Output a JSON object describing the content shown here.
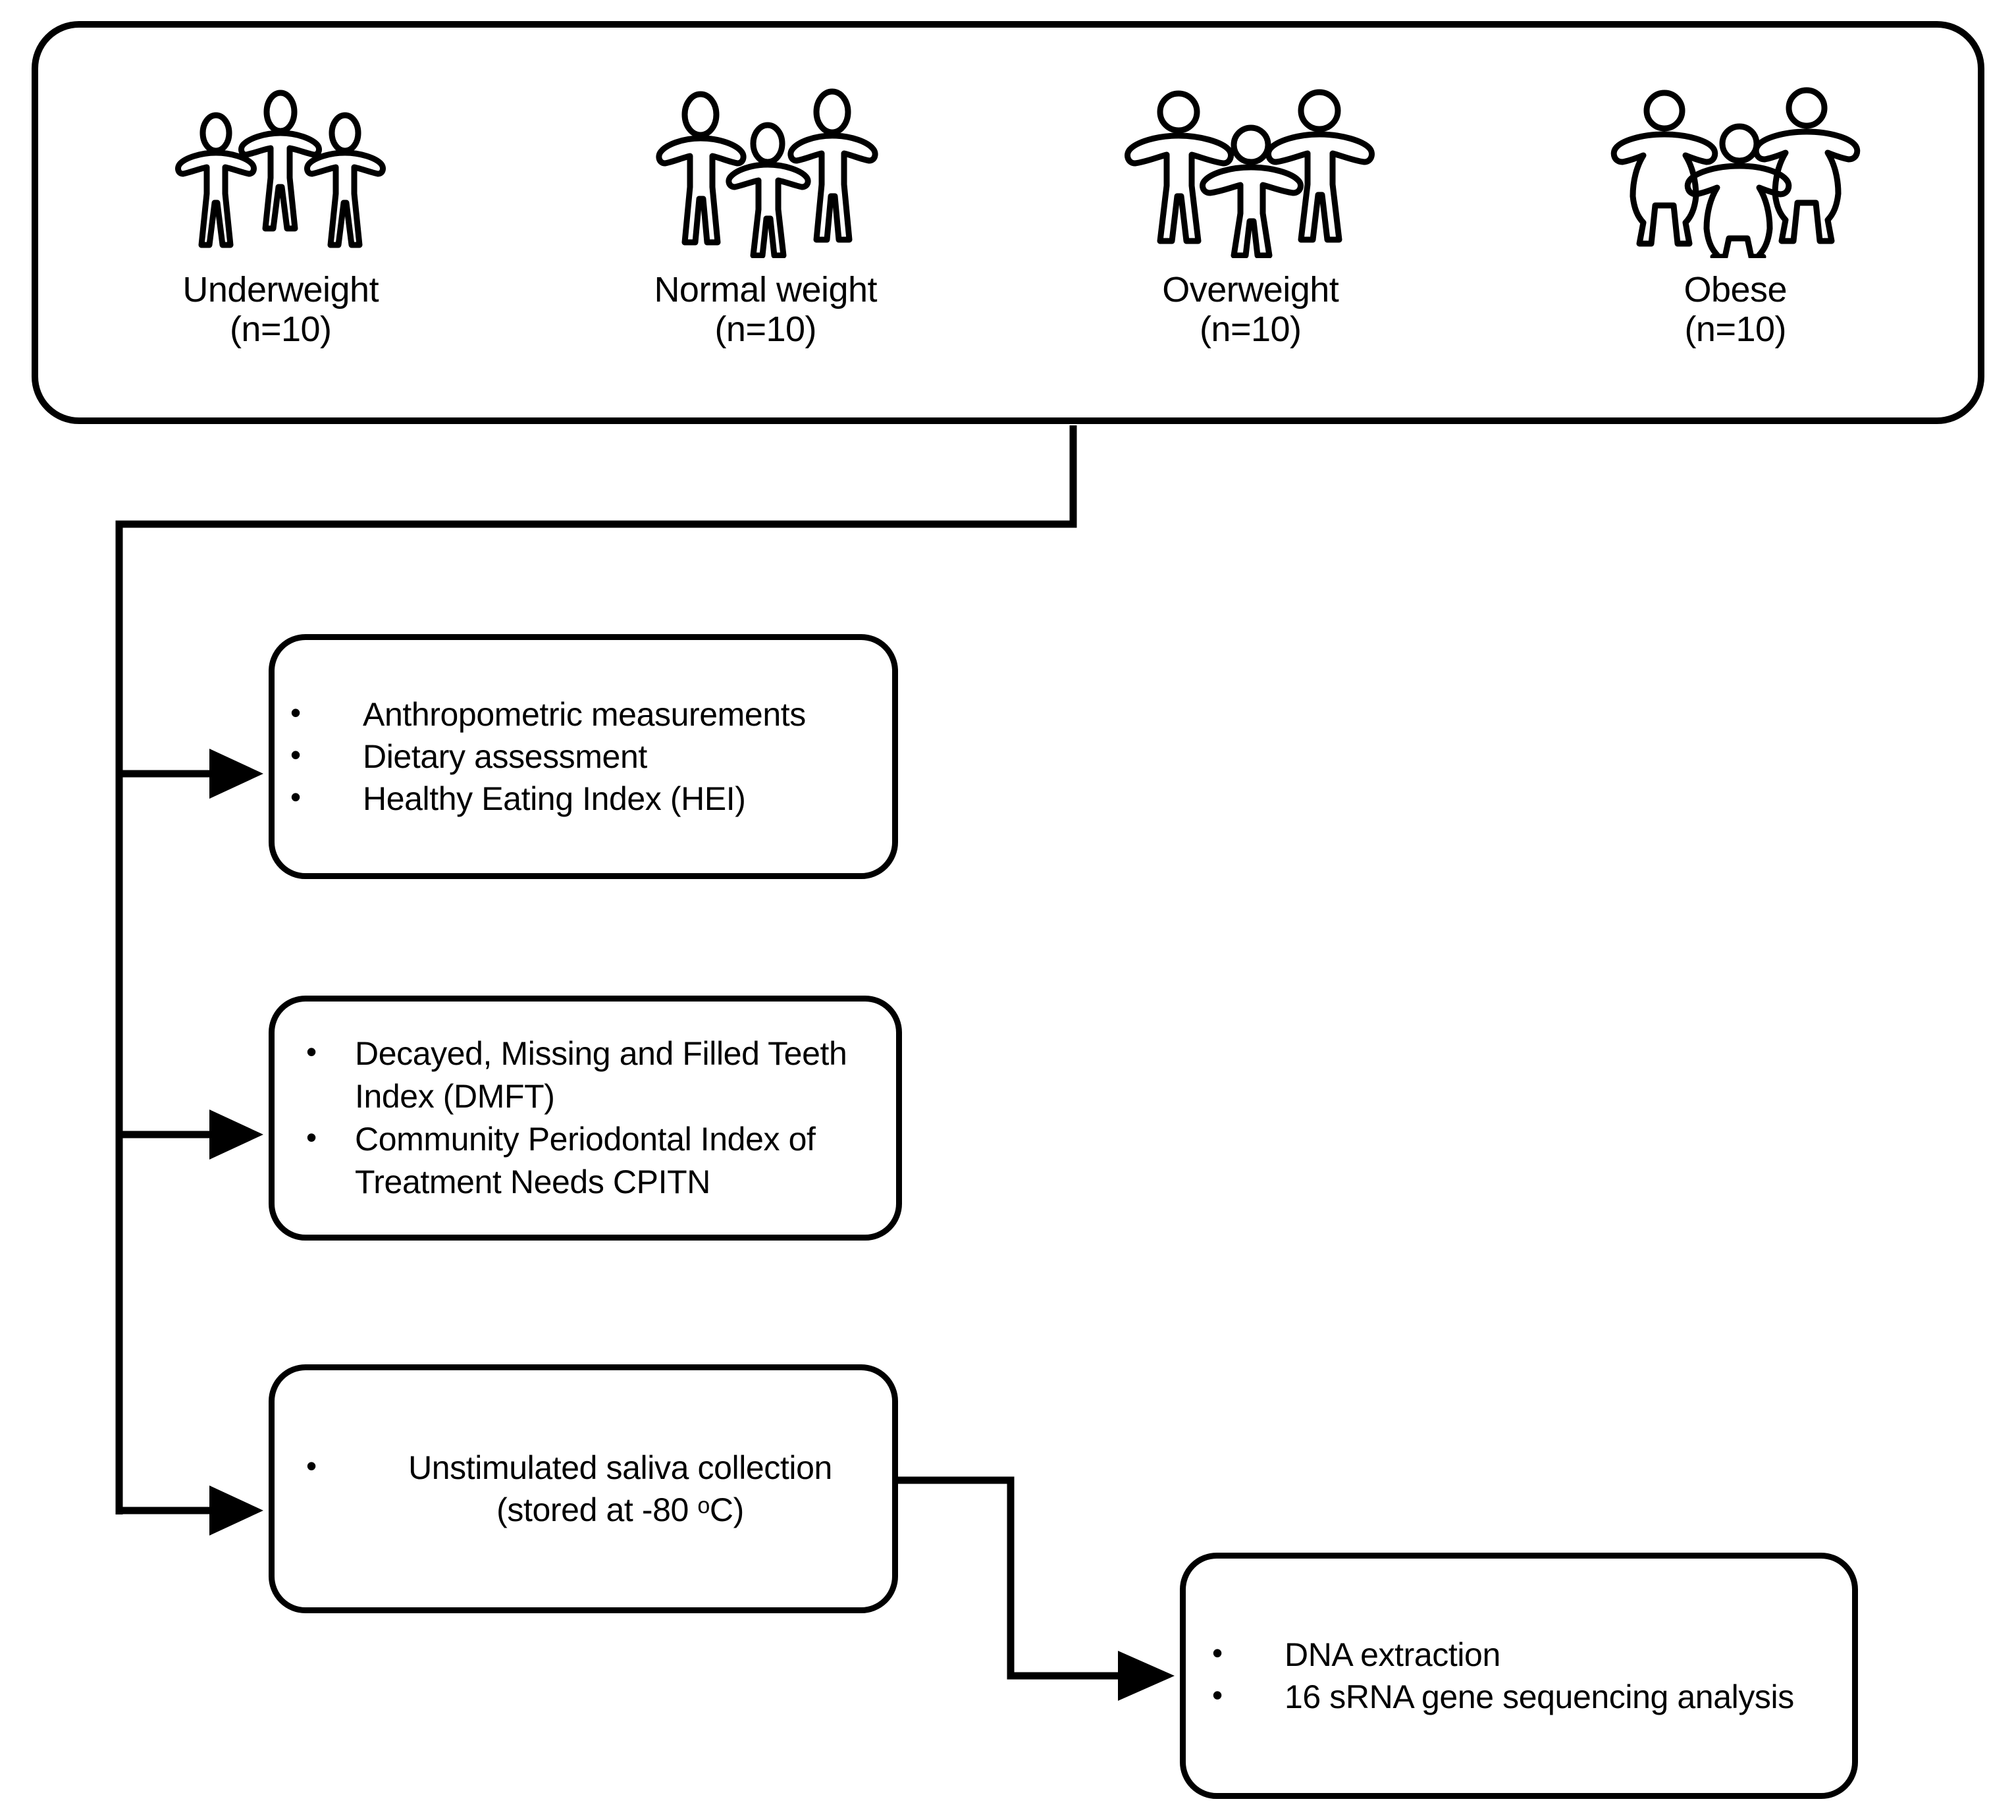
{
  "cohort": {
    "groups": [
      {
        "label": "Underweight",
        "n": "(n=10)",
        "figure_type": "underweight"
      },
      {
        "label": "Normal weight",
        "n": "(n=10)",
        "figure_type": "normal"
      },
      {
        "label": "Overweight",
        "n": "(n=10)",
        "figure_type": "overweight"
      },
      {
        "label": "Obese",
        "n": "(n=10)",
        "figure_type": "obese"
      }
    ]
  },
  "boxes": {
    "anthropometric": {
      "bullet": "•",
      "items": [
        "Anthropometric measurements",
        "Dietary assessment",
        "Healthy Eating Index (HEI)"
      ]
    },
    "dental": {
      "bullet": "•",
      "items": [
        "Decayed, Missing and Filled Teeth Index (DMFT)",
        "Community Periodontal Index of Treatment Needs CPITN"
      ]
    },
    "saliva": {
      "bullet": "•",
      "items": [
        "Unstimulated saliva collection (stored at -80 ᵒC)"
      ]
    },
    "dna": {
      "bullet": "•",
      "items": [
        "DNA extraction",
        "16 sRNA gene sequencing analysis"
      ]
    }
  },
  "colors": {
    "stroke": "#000000",
    "background": "#ffffff",
    "text": "#000000"
  }
}
